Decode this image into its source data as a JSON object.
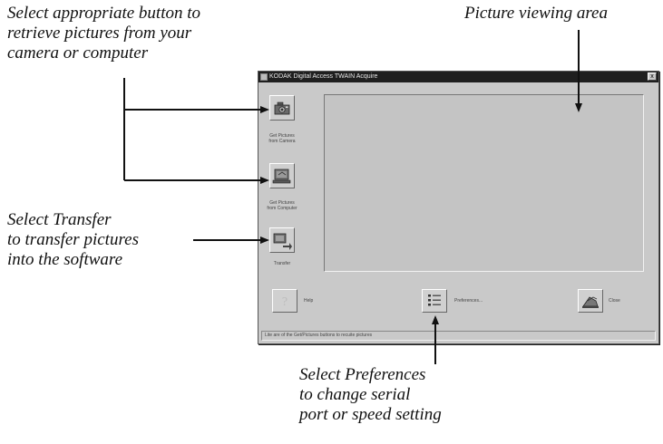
{
  "callouts": {
    "select_buttons": [
      "Select appropriate button to",
      "retrieve pictures from your",
      "camera or computer"
    ],
    "picture_viewing": "Picture viewing area",
    "transfer": [
      "Select Transfer",
      "to transfer pictures",
      "into the software"
    ],
    "preferences": [
      "Select Preferences",
      "to change serial",
      "port or speed setting"
    ]
  },
  "window": {
    "title": "KODAK Digital Access TWAIN Acquire",
    "close_label": "x",
    "buttons": {
      "get_camera": [
        "Get Pictures",
        "from Camera"
      ],
      "get_computer": [
        "Get Pictures",
        "from Computer"
      ],
      "transfer": "Transfer",
      "help": "Help",
      "preferences": "Preferences...",
      "close": "Close"
    },
    "status_text": "Lite are of the Get/Pictures buttons to recuite pictures"
  },
  "icons": {
    "camera": "camera-icon",
    "computer": "computer-icon",
    "transfer": "transfer-icon",
    "help": "help-icon",
    "preferences": "preferences-icon",
    "close": "exit-icon"
  }
}
